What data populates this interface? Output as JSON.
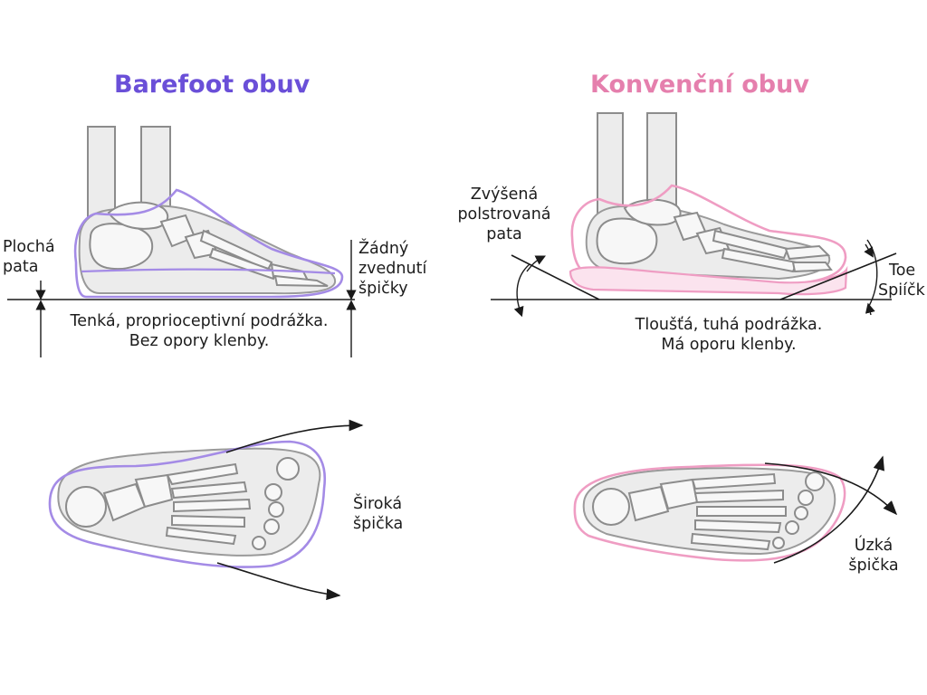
{
  "colors": {
    "barefoot_accent": "#6a4fd8",
    "conventional_accent": "#e57fad",
    "barefoot_outline": "#a48be6",
    "conventional_outline": "#ef9dc3",
    "bone_fill": "#ececec",
    "bone_stroke": "#8c8c8c",
    "annotation": "#1a1a1a"
  },
  "barefoot": {
    "title": "Barefoot obuv",
    "heel_label_1": "Plochá",
    "heel_label_2": "pata",
    "toe_label_1": "Žádný",
    "toe_label_2": "zvednutí",
    "toe_label_3": "špičky",
    "sole_label_1": "Tenká, proprioceptivní podrážka.",
    "sole_label_2": "Bez opory klenby.",
    "width_label_1": "Široká",
    "width_label_2": "špička"
  },
  "conventional": {
    "title": "Konvenční obuv",
    "heel_label_1": "Zvýšená",
    "heel_label_2": "polstrovaná",
    "heel_label_3": "pata",
    "toe_label_1": "Toe",
    "toe_label_2": "Spiíčk",
    "sole_label_1": "Tloušťá, tuhá podrážka.",
    "sole_label_2": "Má oporu klenby.",
    "width_label_1": "Úzká",
    "width_label_2": "špička"
  }
}
